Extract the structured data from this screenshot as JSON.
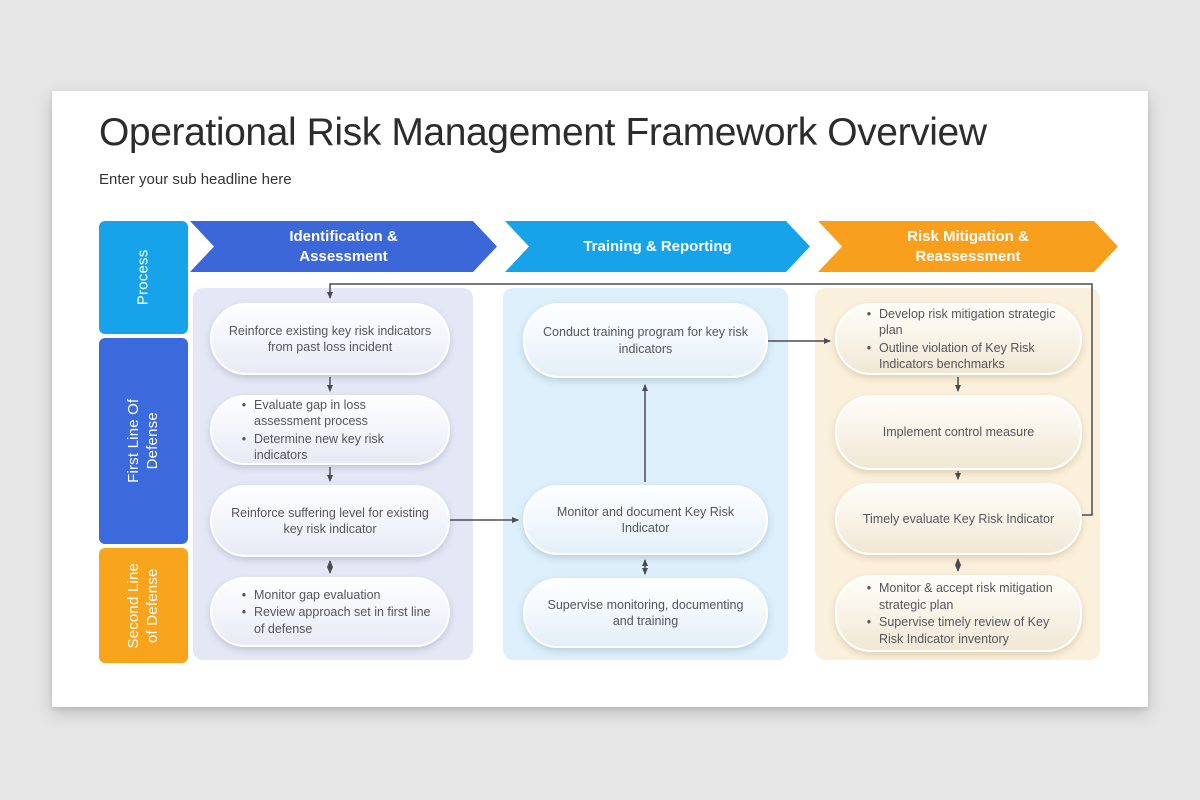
{
  "page": {
    "background_color": "#e7e6e6"
  },
  "slide": {
    "title": "Operational Risk Management Framework Overview",
    "subtitle": "Enter your sub headline here"
  },
  "sidebar": {
    "rows": [
      {
        "label": "Process",
        "color": "#17a3ea"
      },
      {
        "label": "First Line Of Defense",
        "color": "#3b6adc"
      },
      {
        "label": "Second Line\nof Defense",
        "color": "#f9a41d"
      }
    ]
  },
  "headers": [
    {
      "label": "Identification &\nAssessment",
      "color": "#3c67d9"
    },
    {
      "label": "Training & Reporting",
      "color": "#17a3ea"
    },
    {
      "label": "Risk Mitigation &\nReassessment",
      "color": "#f8a01d"
    }
  ],
  "columns": [
    {
      "name": "identification-assessment",
      "background": "#e4e8f6",
      "boxes": [
        {
          "type": "plain",
          "text": "Reinforce existing key risk indicators from past loss incident"
        },
        {
          "type": "bullets",
          "items": [
            "Evaluate gap in loss assessment process",
            "Determine new key risk indicators"
          ]
        },
        {
          "type": "plain",
          "text": "Reinforce suffering level for existing key risk indicator"
        },
        {
          "type": "bullets",
          "items": [
            "Monitor gap evaluation",
            "Review approach set in first line of defense"
          ]
        }
      ]
    },
    {
      "name": "training-reporting",
      "background": "#dceffa",
      "boxes": [
        {
          "type": "plain",
          "text": "Conduct training program for key risk indicators"
        },
        {
          "type": "plain",
          "text": "Monitor and document Key Risk Indicator"
        },
        {
          "type": "plain",
          "text": "Supervise monitoring, documenting and training"
        }
      ]
    },
    {
      "name": "risk-mitigation-reassessment",
      "background": "#fbf0db",
      "boxes": [
        {
          "type": "bullets",
          "items": [
            "Develop risk mitigation strategic plan",
            "Outline violation of Key Risk Indicators benchmarks"
          ]
        },
        {
          "type": "plain",
          "text": "Implement control measure"
        },
        {
          "type": "plain",
          "text": "Timely evaluate Key Risk Indicator"
        },
        {
          "type": "bullets",
          "items": [
            "Monitor & accept risk mitigation strategic plan",
            "Supervise timely review of Key Risk Indicator inventory"
          ]
        }
      ]
    }
  ],
  "connector_color": "#4b4b52"
}
